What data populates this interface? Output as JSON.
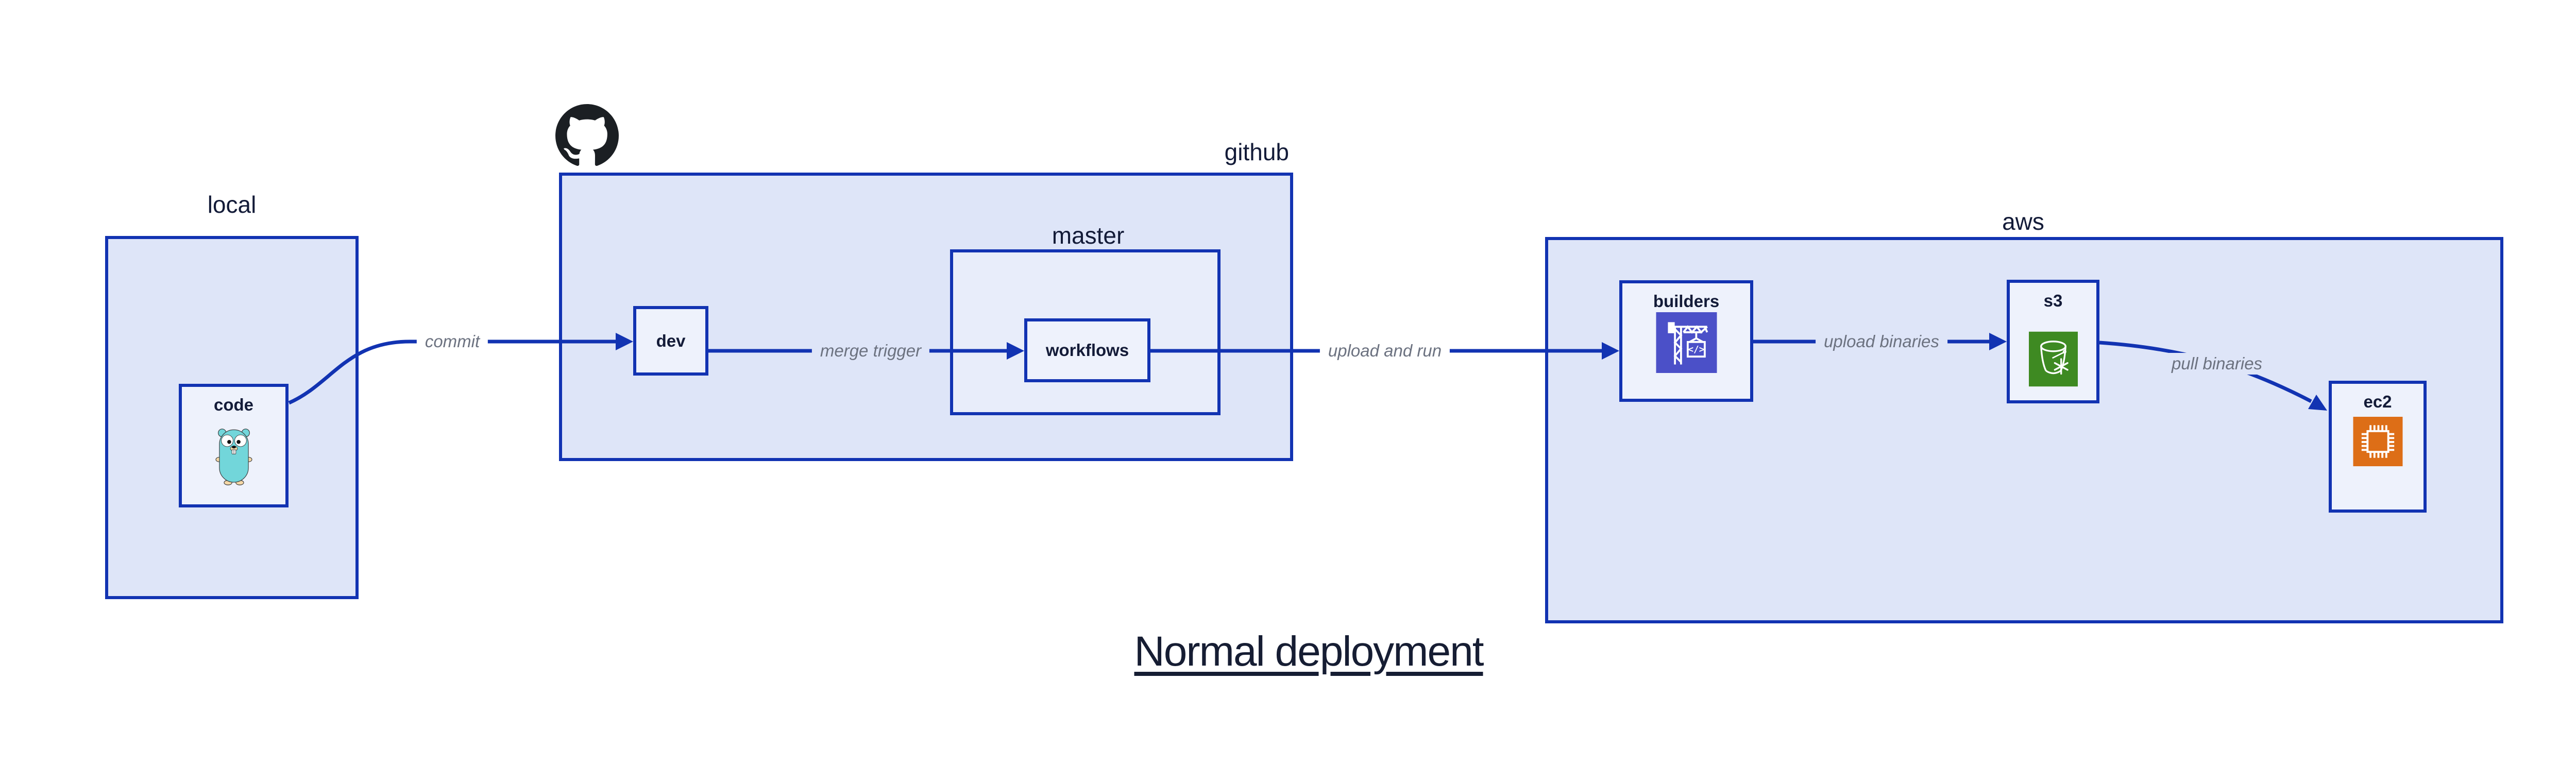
{
  "title": "Normal deployment",
  "containers": {
    "local": {
      "label": "local"
    },
    "github": {
      "label": "github",
      "icon": "github-octocat-icon"
    },
    "master": {
      "label": "master"
    },
    "aws": {
      "label": "aws"
    }
  },
  "nodes": {
    "code": {
      "label": "code",
      "icon": "go-gopher-icon"
    },
    "dev": {
      "label": "dev"
    },
    "workflows": {
      "label": "workflows"
    },
    "builders": {
      "label": "builders",
      "icon": "codebuild-crane-icon"
    },
    "s3": {
      "label": "s3",
      "icon": "s3-glacier-bucket-icon"
    },
    "ec2": {
      "label": "ec2",
      "icon": "ec2-chip-icon"
    }
  },
  "edges": {
    "commit": {
      "label": "commit",
      "from": "code",
      "to": "dev"
    },
    "merge_trigger": {
      "label": "merge trigger",
      "from": "dev",
      "to": "workflows"
    },
    "upload_and_run": {
      "label": "upload and run",
      "from": "workflows",
      "to": "builders"
    },
    "upload_binaries": {
      "label": "upload binaries",
      "from": "builders",
      "to": "s3"
    },
    "pull_binaries": {
      "label": "pull binaries",
      "from": "s3",
      "to": "ec2"
    }
  },
  "colors": {
    "border_blue": "#1233b2",
    "container_fill": "#dee5f8",
    "master_fill": "#e8edfa",
    "node_fill": "#eef2fc",
    "text_dark": "#131b38",
    "edge_label_gray": "#6c7280",
    "codebuild_purple": "#4b50c8",
    "s3_green": "#3e8a22",
    "ec2_orange": "#dd6e17",
    "octocat_black": "#1b1f23",
    "gopher_teal": "#72d6da"
  }
}
